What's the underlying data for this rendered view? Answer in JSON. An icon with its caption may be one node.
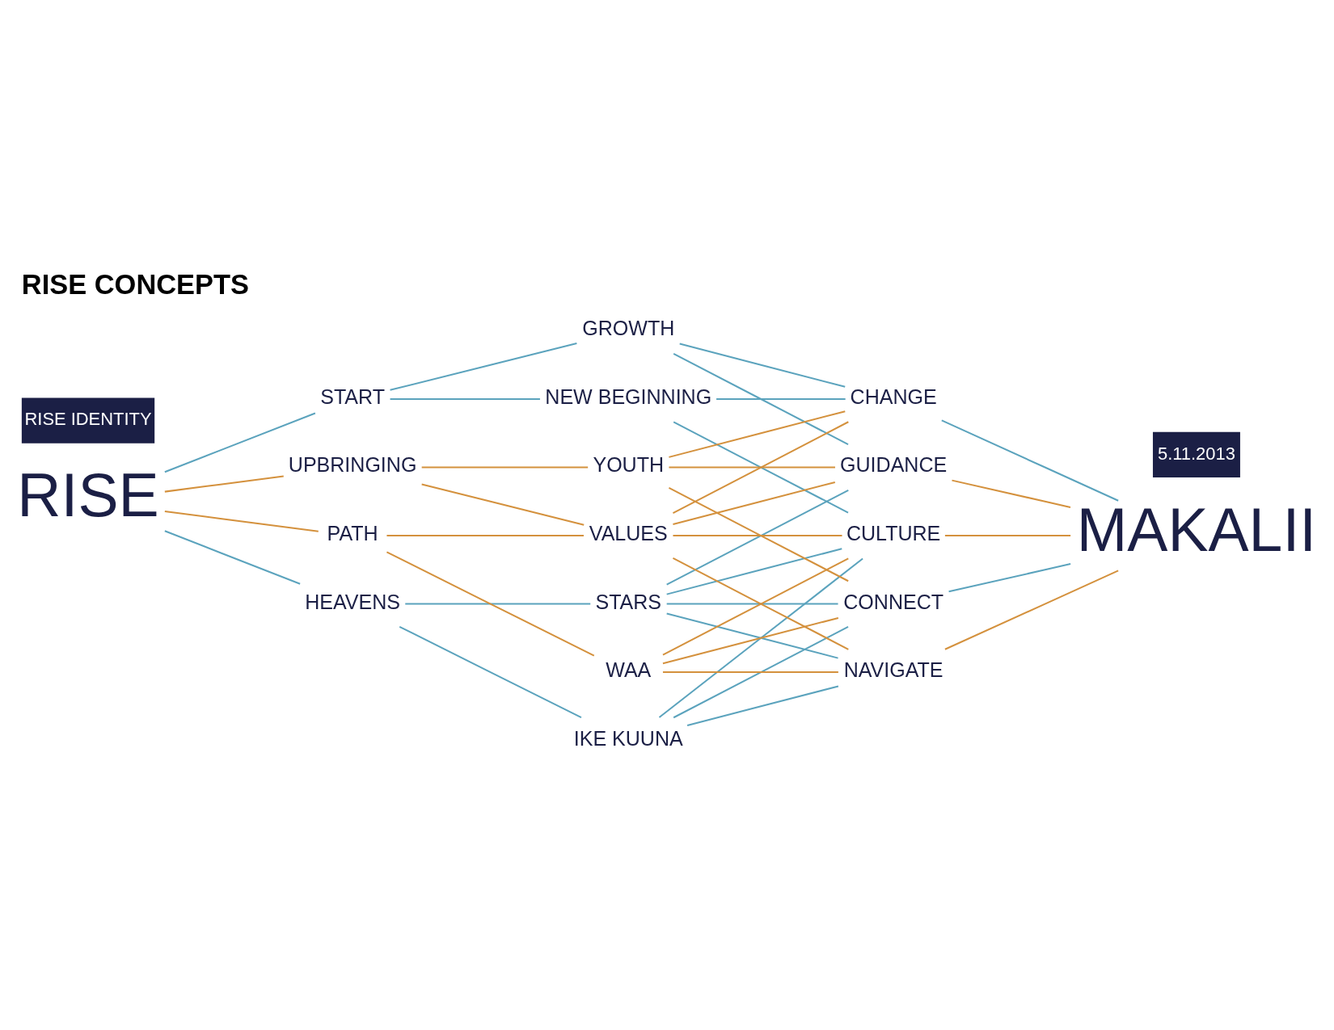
{
  "diagram": {
    "title": "RISE CONCEPTS",
    "nodes": [
      {
        "text": [
          "RISE"
        ]
      },
      {
        "text": [
          "START"
        ]
      },
      {
        "text": [
          "HEAVENS"
        ]
      },
      {
        "text": [
          "UPBRINGING"
        ]
      },
      {
        "text": [
          "PATH"
        ]
      },
      {
        "text": [
          "NEW BEGINNING"
        ]
      },
      {
        "text": [
          "GROWTH"
        ]
      },
      {
        "text": [
          "STARS"
        ]
      },
      {
        "text": [
          "IKE KUUNA"
        ]
      },
      {
        "text": [
          "YOUTH"
        ]
      },
      {
        "text": [
          "VALUES"
        ]
      },
      {
        "text": [
          "WAA"
        ]
      },
      {
        "text": [
          "CHANGE"
        ]
      },
      {
        "text": [
          "CONNECT"
        ]
      },
      {
        "text": [
          "NAVIGATE"
        ]
      },
      {
        "text": [
          "CULTURE"
        ]
      },
      {
        "text": [
          "GUIDANCE"
        ]
      },
      {
        "text": [
          "MAKALII"
        ]
      }
    ],
    "edges": [
      {
        "from": 0,
        "to": 1,
        "arrow": "none",
        "color": "#5ba3bd"
      },
      {
        "from": 0,
        "to": 2,
        "arrow": "none",
        "color": "#5ba3bd"
      },
      {
        "from": 0,
        "to": 3,
        "arrow": "none",
        "color": "#d4913d"
      },
      {
        "from": 0,
        "to": 4,
        "arrow": "none",
        "color": "#d4913d"
      },
      {
        "from": 1,
        "to": 5,
        "arrow": "none",
        "color": "#5ba3bd"
      },
      {
        "from": 1,
        "to": 6,
        "arrow": "none",
        "color": "#5ba3bd"
      },
      {
        "from": 2,
        "to": 7,
        "arrow": "none",
        "color": "#5ba3bd"
      },
      {
        "from": 2,
        "to": 8,
        "arrow": "none",
        "color": "#5ba3bd"
      },
      {
        "from": 3,
        "to": 9,
        "arrow": "none",
        "color": "#d4913d"
      },
      {
        "from": 3,
        "to": 10,
        "arrow": "none",
        "color": "#d4913d"
      },
      {
        "from": 4,
        "to": 10,
        "arrow": "none",
        "color": "#d4913d"
      },
      {
        "from": 4,
        "to": 11,
        "arrow": "none",
        "color": "#d4913d"
      },
      {
        "from": 5,
        "to": 12,
        "arrow": "none",
        "color": "#5ba3bd"
      },
      {
        "from": 5,
        "to": 15,
        "arrow": "none",
        "color": "#5ba3bd"
      },
      {
        "from": 6,
        "to": 12,
        "arrow": "none",
        "color": "#5ba3bd"
      },
      {
        "from": 6,
        "to": 16,
        "arrow": "none",
        "color": "#5ba3bd"
      },
      {
        "from": 7,
        "to": 13,
        "arrow": "none",
        "color": "#5ba3bd"
      },
      {
        "from": 7,
        "to": 14,
        "arrow": "none",
        "color": "#5ba3bd"
      },
      {
        "from": 7,
        "to": 15,
        "arrow": "none",
        "color": "#5ba3bd"
      },
      {
        "from": 7,
        "to": 16,
        "arrow": "none",
        "color": "#5ba3bd"
      },
      {
        "from": 8,
        "to": 13,
        "arrow": "none",
        "color": "#5ba3bd"
      },
      {
        "from": 8,
        "to": 14,
        "arrow": "none",
        "color": "#5ba3bd"
      },
      {
        "from": 8,
        "to": 15,
        "arrow": "none",
        "color": "#5ba3bd"
      },
      {
        "from": 9,
        "to": 12,
        "arrow": "none",
        "color": "#d4913d"
      },
      {
        "from": 9,
        "to": 13,
        "arrow": "none",
        "color": "#d4913d"
      },
      {
        "from": 9,
        "to": 16,
        "arrow": "none",
        "color": "#d4913d"
      },
      {
        "from": 10,
        "to": 12,
        "arrow": "none",
        "color": "#d4913d"
      },
      {
        "from": 10,
        "to": 14,
        "arrow": "none",
        "color": "#d4913d"
      },
      {
        "from": 10,
        "to": 15,
        "arrow": "none",
        "color": "#d4913d"
      },
      {
        "from": 10,
        "to": 16,
        "arrow": "none",
        "color": "#d4913d"
      },
      {
        "from": 11,
        "to": 13,
        "arrow": "none",
        "color": "#d4913d"
      },
      {
        "from": 11,
        "to": 14,
        "arrow": "none",
        "color": "#d4913d"
      },
      {
        "from": 11,
        "to": 15,
        "arrow": "none",
        "color": "#d4913d"
      },
      {
        "from": 12,
        "to": 17,
        "arrow": "none",
        "color": "#5ba3bd"
      },
      {
        "from": 13,
        "to": 17,
        "arrow": "none",
        "color": "#5ba3bd"
      },
      {
        "from": 14,
        "to": 17,
        "arrow": "none",
        "color": "#d4913d"
      },
      {
        "from": 15,
        "to": 17,
        "arrow": "none",
        "color": "#d4913d"
      },
      {
        "from": 16,
        "to": 17,
        "arrow": "none",
        "color": "#d4913d"
      }
    ],
    "labels": [
      "RISE IDENTITY",
      "5.11.2013"
    ]
  }
}
